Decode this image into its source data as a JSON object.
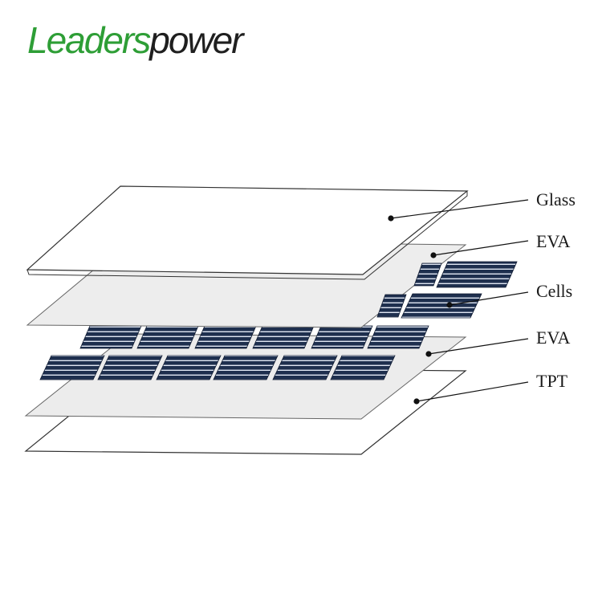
{
  "brand": {
    "part1": "Leaders",
    "part2": "power"
  },
  "layers": [
    {
      "id": "glass",
      "label": "Glass"
    },
    {
      "id": "eva-top",
      "label": "EVA"
    },
    {
      "id": "cells",
      "label": "Cells"
    },
    {
      "id": "eva-bottom",
      "label": "EVA"
    },
    {
      "id": "tpt",
      "label": "TPT"
    }
  ],
  "colors": {
    "brand_green": "#2e9e36",
    "cell_blue": "#1e2f4e",
    "eva_fill": "#ececec"
  }
}
